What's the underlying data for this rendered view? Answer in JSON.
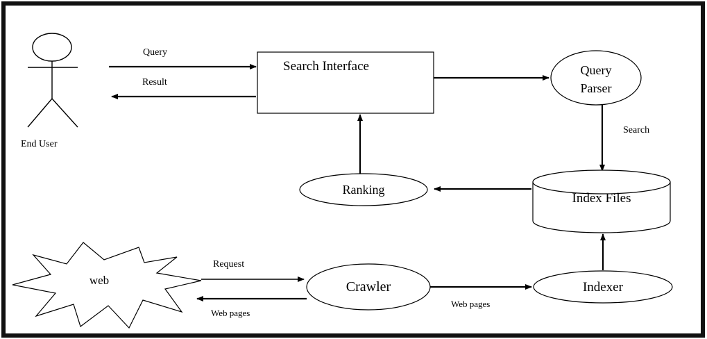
{
  "diagram": {
    "actor": {
      "label": "End User"
    },
    "nodes": {
      "search_interface": "Search Interface",
      "query_parser_line1": "Query",
      "query_parser_line2": "Parser",
      "ranking": "Ranking",
      "index_files": "Index Files",
      "web": "web",
      "crawler": "Crawler",
      "indexer": "Indexer"
    },
    "edges": {
      "query": "Query",
      "result": "Result",
      "search": "Search",
      "request": "Request",
      "web_pages_to_web": "Web pages",
      "web_pages_to_indexer": "Web pages"
    },
    "colors": {
      "stroke": "#000000",
      "background": "#ffffff",
      "border": "#111111"
    }
  }
}
